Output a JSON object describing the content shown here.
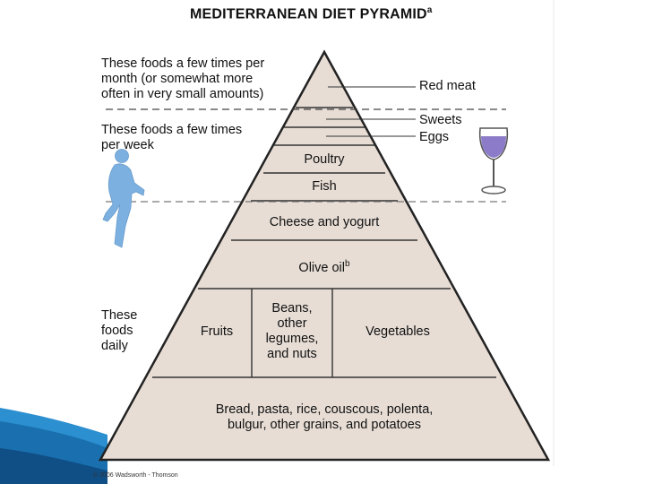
{
  "title": "MEDITERRANEAN DIET PYRAMID",
  "title_superscript": "a",
  "frequency_labels": {
    "monthly": [
      "These foods a few times per",
      "month (or somewhat more",
      "often in very small amounts)"
    ],
    "weekly": [
      "These foods a few times",
      "per week"
    ],
    "daily": [
      "These",
      "foods",
      "daily"
    ]
  },
  "callouts": {
    "red_meat": "Red meat",
    "sweets": "Sweets",
    "eggs": "Eggs"
  },
  "tiers": {
    "poultry": "Poultry",
    "fish": "Fish",
    "cheese_yogurt": "Cheese and yogurt",
    "olive_oil": "Olive oil",
    "olive_oil_superscript": "b",
    "fruits": "Fruits",
    "beans": [
      "Beans,",
      "other",
      "legumes,",
      "and nuts"
    ],
    "vegetables": "Vegetables",
    "grains": [
      "Bread, pasta, rice, couscous, polenta,",
      "bulgur, other grains, and potatoes"
    ]
  },
  "copyright": "© 2006 Wadsworth - Thomson",
  "icons": [
    "runner-icon",
    "wine-glass-icon"
  ],
  "colors": {
    "pyramid_fill": "#e7ddd5",
    "wine": "#8c7bc8",
    "runner": "#7bb0e0",
    "slide_accent": "#1a7fbf"
  }
}
